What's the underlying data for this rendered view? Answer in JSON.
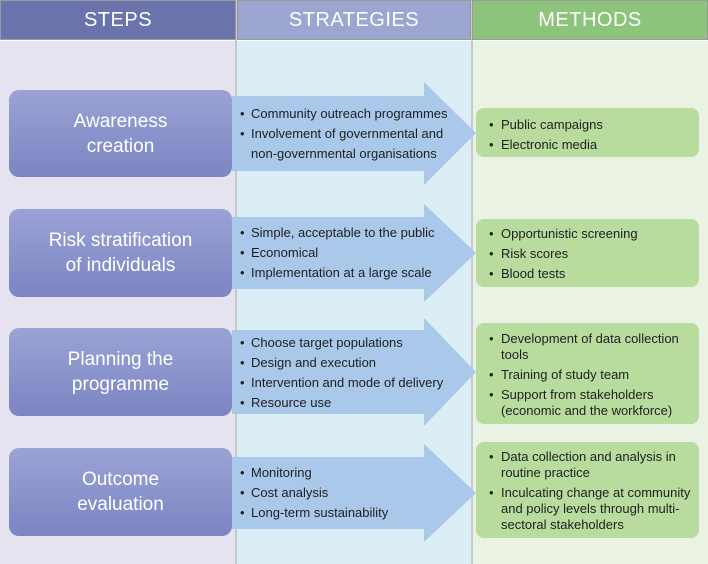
{
  "headers": {
    "steps": "STEPS",
    "strategies": "STRATEGIES",
    "methods": "METHODS"
  },
  "rows": [
    {
      "step": [
        "Awareness",
        "creation"
      ],
      "strategies": [
        "Community outreach programmes",
        "Involvement of governmental and",
        "non-governmental organisations"
      ],
      "methods": [
        "Public campaigns",
        "Electronic media"
      ]
    },
    {
      "step": [
        "Risk stratification",
        "of individuals"
      ],
      "strategies": [
        "Simple, acceptable to the public",
        "Economical",
        "Implementation at a large scale"
      ],
      "methods": [
        "Opportunistic screening",
        "Risk scores",
        "Blood tests"
      ]
    },
    {
      "step": [
        "Planning the",
        "programme"
      ],
      "strategies": [
        "Choose target populations",
        "Design and execution",
        "Intervention and mode of delivery",
        "Resource use"
      ],
      "methods": [
        "Development of data collection tools",
        "Training of study team",
        "Support from stakeholders (economic and the workforce)"
      ]
    },
    {
      "step": [
        "Outcome",
        "evaluation"
      ],
      "strategies": [
        "Monitoring",
        "Cost analysis",
        "Long-term sustainability"
      ],
      "methods": [
        "Data collection and analysis in routine practice",
        "Inculcating change at community and policy levels through multi-sectoral stakeholders"
      ]
    }
  ],
  "colors": {
    "steps_header": "#6b73ad",
    "strategies_header": "#9da5d1",
    "methods_header": "#8dc47c",
    "step_box": "#8a92cc",
    "arrow": "#a9c8ea",
    "method_box": "#b7dc9e"
  }
}
